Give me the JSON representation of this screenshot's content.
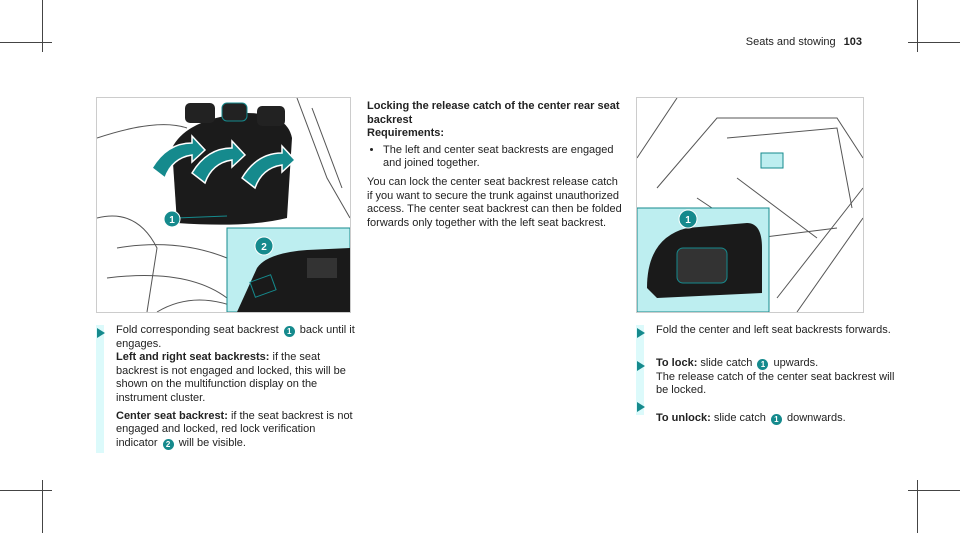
{
  "header": {
    "section": "Seats and stowing",
    "page": "103"
  },
  "colors": {
    "accent": "#158a8d",
    "strip": "#dcfafb",
    "highlight": "#bdeef0"
  },
  "left": {
    "figure_callouts": [
      "1",
      "2"
    ],
    "step1": {
      "pre": "Fold corresponding seat backrest",
      "callout": "1",
      "post": "back until it engages."
    },
    "note1": {
      "bold": "Left and right seat backrests:",
      "text": " if the seat backrest is not engaged and locked, this will be shown on the multifunction display on the instrument cluster."
    },
    "note2": {
      "bold": "Center seat backrest:",
      "text": " if the seat backrest is not engaged and locked, red lock verification indicator",
      "callout": "2",
      "post": "will be visible."
    }
  },
  "middle": {
    "title": "Locking the release catch of the center rear seat backrest",
    "requirements_label": "Requirements:",
    "requirements": [
      "The left and center seat backrests are engaged and joined together."
    ],
    "body": "You can lock the center seat backrest release catch if you want to secure the trunk against unauthorized access. The center seat backrest can then be folded forwards only together with the left seat backrest."
  },
  "right": {
    "figure_callouts": [
      "1"
    ],
    "step1": "Fold the center and left seat backrests forwards.",
    "step2": {
      "bold": "To lock:",
      "pre": " slide catch",
      "callout": "1",
      "post": "upwards.",
      "result": "The release catch of the center seat backrest will be locked."
    },
    "step3": {
      "bold": "To unlock:",
      "pre": " slide catch",
      "callout": "1",
      "post": "downwards."
    }
  }
}
